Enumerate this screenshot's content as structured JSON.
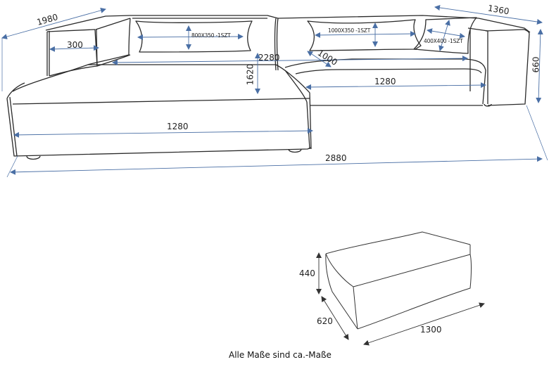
{
  "diagram": {
    "title": "Sofa dimension drawing",
    "units": "mm",
    "colors": {
      "outline": "#2a2a2a",
      "dimension_line": "#4a6fa5",
      "text": "#222222"
    },
    "sofa": {
      "dimensions": {
        "depth_left": "1980",
        "armrest_width": "300",
        "cushion_left": "800X350 -1SZT",
        "seat_length_back": "2280",
        "chaise_depth": "1620",
        "cushion_center": "1000X350 -1SZT",
        "cushion_right": "400X400 -1SZT",
        "seat_depth_right": "1000",
        "seat_width_right": "1280",
        "depth_right": "1360",
        "height": "660",
        "chaise_width": "1280",
        "total_width": "2880"
      }
    },
    "ottoman": {
      "dimensions": {
        "height": "440",
        "depth": "620",
        "width": "1300"
      }
    },
    "footnote": "Alle Maße sind ca.-Maße"
  }
}
